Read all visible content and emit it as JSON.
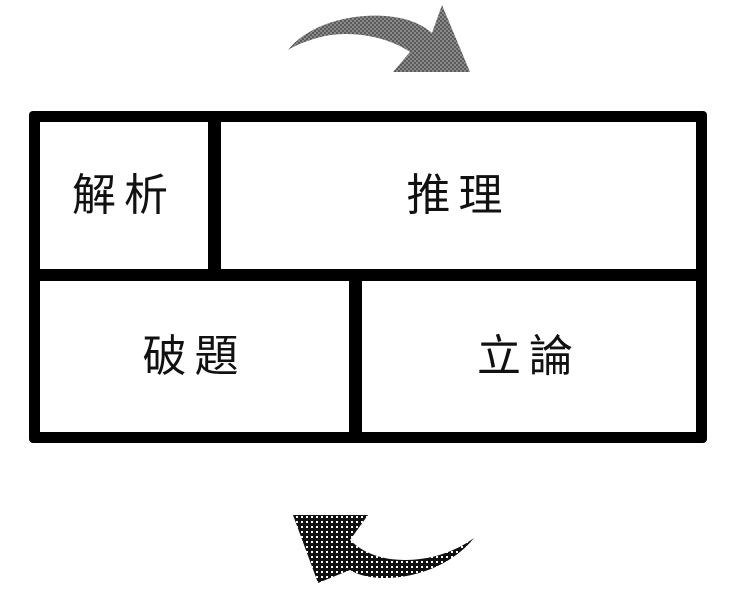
{
  "diagram": {
    "cells": [
      {
        "id": "analysis",
        "label": "解析",
        "position": "top-left"
      },
      {
        "id": "reasoning",
        "label": "推理",
        "position": "top-right"
      },
      {
        "id": "breaking",
        "label": "破題",
        "position": "bottom-left"
      },
      {
        "id": "argument",
        "label": "立論",
        "position": "bottom-right"
      }
    ],
    "arrows": [
      {
        "id": "top-arrow",
        "direction": "clockwise-right",
        "position": "above-frame",
        "fill": "#6e6e6e"
      },
      {
        "id": "bottom-arrow",
        "direction": "clockwise-left",
        "position": "below-frame",
        "fill": "#1a1a1a"
      }
    ],
    "colors": {
      "frame": "#000000",
      "background": "#ffffff",
      "text": "#111111"
    }
  }
}
